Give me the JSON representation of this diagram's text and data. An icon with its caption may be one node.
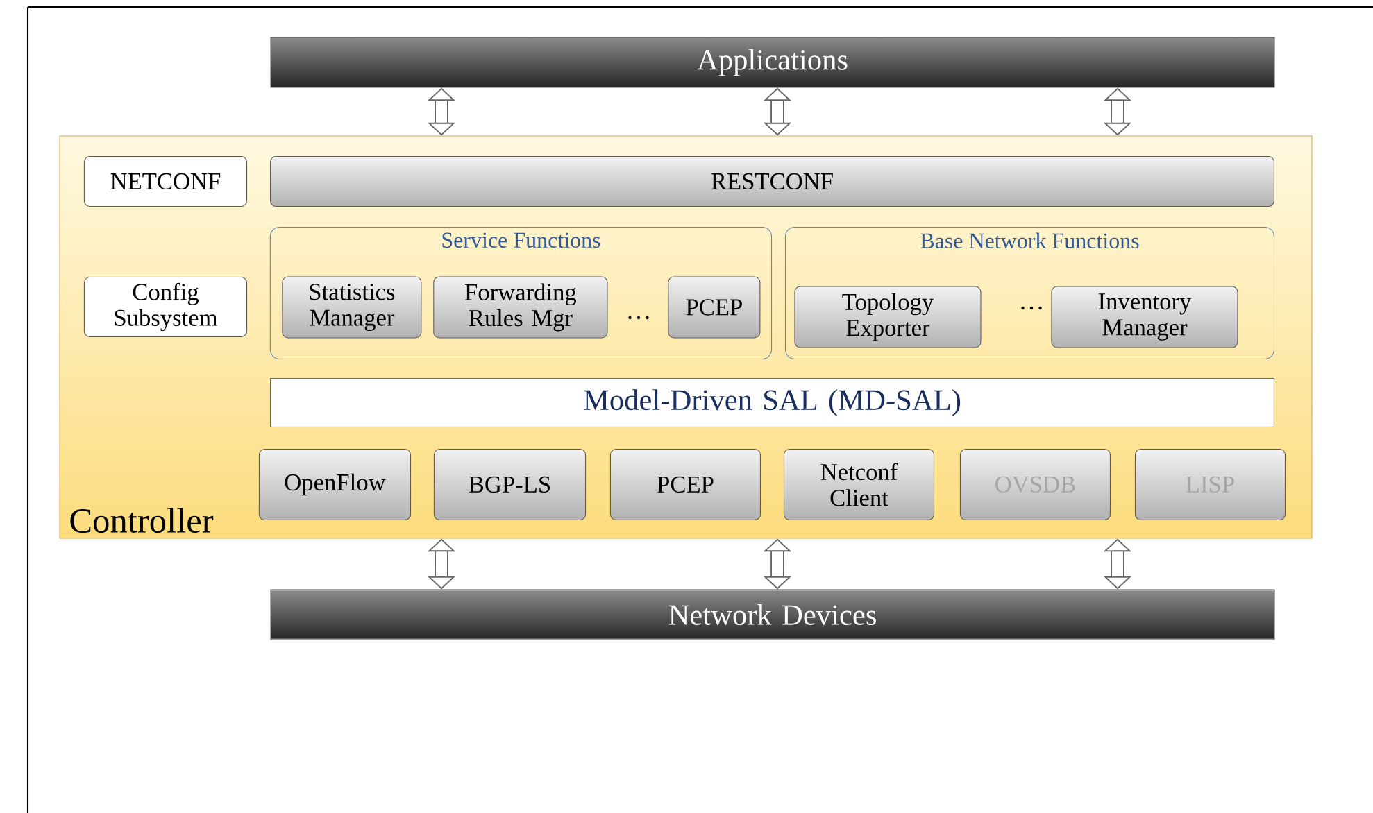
{
  "diagram": {
    "nodes": [
      {
        "text": [
          "Applications"
        ]
      },
      {
        "text": [
          "Controller"
        ]
      },
      {
        "text": [
          "NETCONF"
        ],
        "in": 1
      },
      {
        "text": [
          "RESTCONF"
        ],
        "in": 1
      },
      {
        "text": [
          "Config Subsystem"
        ],
        "in": 1
      },
      {
        "text": [
          "Service Functions"
        ],
        "in": 1
      },
      {
        "text": [
          "Statistics Manager"
        ],
        "in": 5
      },
      {
        "text": [
          "Forwarding Rules Mgr"
        ],
        "in": 5
      },
      {
        "text": [
          "PCEP"
        ],
        "in": 5
      },
      {
        "text": [
          "Base Network Functions"
        ],
        "in": 1
      },
      {
        "text": [
          "Topology Exporter"
        ],
        "in": 9
      },
      {
        "text": [
          "Inventory Manager"
        ],
        "in": 9
      },
      {
        "text": [
          "Model-Driven SAL (MD-SAL)"
        ],
        "in": 1
      },
      {
        "text": [
          "OpenFlow"
        ],
        "in": 1
      },
      {
        "text": [
          "BGP-LS"
        ],
        "in": 1
      },
      {
        "text": [
          "PCEP"
        ],
        "in": 1
      },
      {
        "text": [
          "Netconf Client"
        ],
        "in": 1
      },
      {
        "text": [
          "OVSDB"
        ],
        "in": 1
      },
      {
        "text": [
          "LISP"
        ],
        "in": 1
      },
      {
        "text": [
          "Network Devices"
        ]
      }
    ],
    "edges": [
      {
        "from": 0,
        "to": 1,
        "arrow": "both"
      },
      {
        "from": 0,
        "to": 1,
        "arrow": "both"
      },
      {
        "from": 0,
        "to": 1,
        "arrow": "both"
      },
      {
        "from": 1,
        "to": 19,
        "arrow": "both"
      },
      {
        "from": 1,
        "to": 19,
        "arrow": "both"
      },
      {
        "from": 1,
        "to": 19,
        "arrow": "both"
      }
    ],
    "labels": [
      "…",
      "…"
    ]
  }
}
